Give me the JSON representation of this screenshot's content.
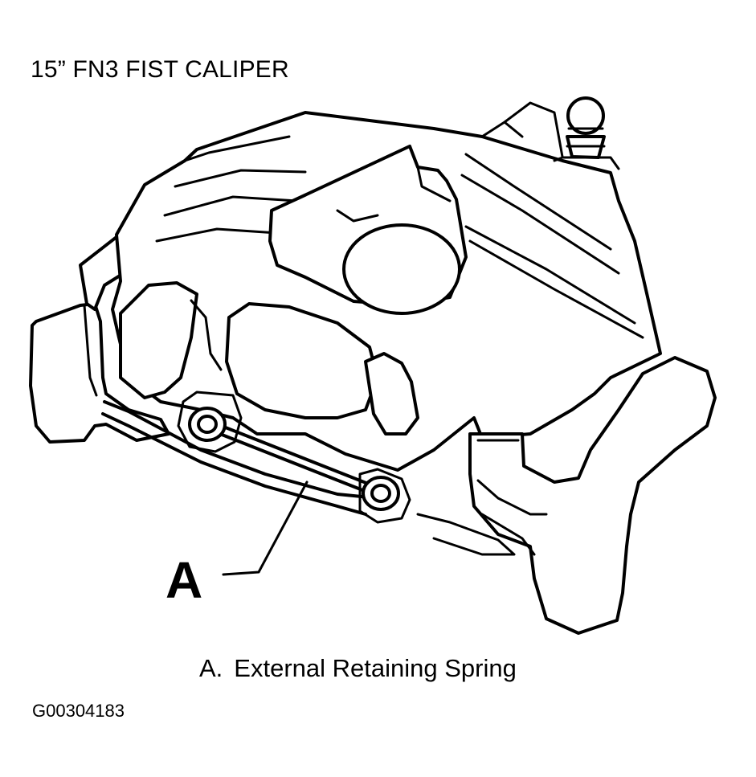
{
  "title": "15” FN3 FIST CALIPER",
  "callout": {
    "letter": "A"
  },
  "legend": {
    "key": "A.",
    "text": "External Retaining Spring"
  },
  "figure_id": "G00304183"
}
